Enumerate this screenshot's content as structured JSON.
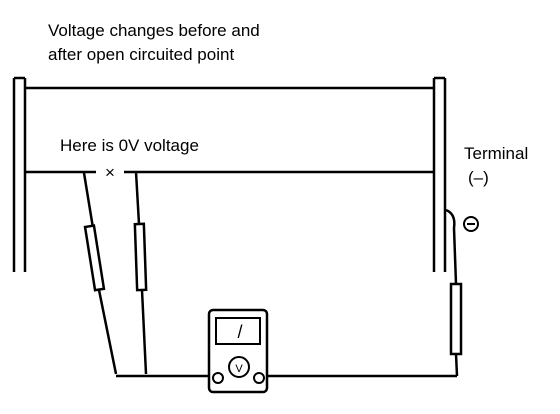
{
  "title": {
    "line1": "Voltage changes before and",
    "line2": "after open circuited point"
  },
  "labels": {
    "zero_voltage": "Here is 0V voltage",
    "terminal": "Terminal",
    "terminal_sign": "(–)",
    "open_point": "×",
    "minus_symbol": "−",
    "meter_reading": "/",
    "meter_mode": "V"
  },
  "colors": {
    "ink": "#000000",
    "background": "#ffffff"
  },
  "icons": {
    "terminal": "minus-circle-icon",
    "meter": "voltmeter-icon"
  }
}
